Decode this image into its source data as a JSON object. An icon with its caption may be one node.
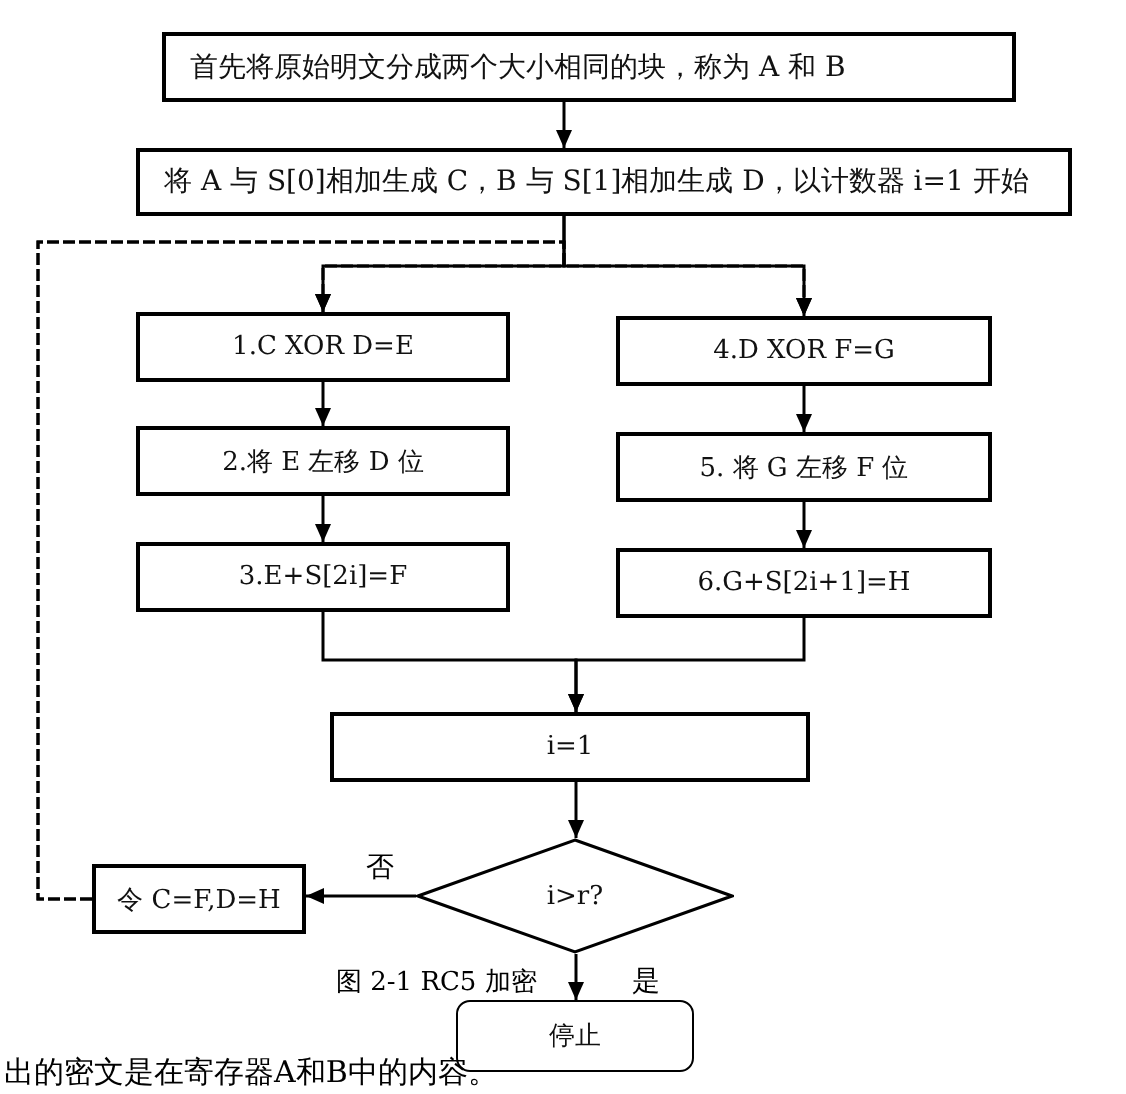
{
  "diagram": {
    "caption": "图 2-1 RC5 加密",
    "nodes": [
      {
        "text": [
          "首先将原始明文分成两个大小相同的块，称为 A 和 B"
        ]
      },
      {
        "text": [
          "将 A 与 S[0]相加生成 C，B 与 S[1]相加生成 D，以计数器 i=1 开始"
        ]
      },
      {
        "text": [
          "1.C XOR D=E"
        ]
      },
      {
        "text": [
          "2.将 E 左移 D 位"
        ]
      },
      {
        "text": [
          "3.E+S[2i]=F"
        ]
      },
      {
        "text": [
          "4.D XOR F=G"
        ]
      },
      {
        "text": [
          "5. 将 G 左移 F 位"
        ]
      },
      {
        "text": [
          "6.G+S[2i+1]=H"
        ]
      },
      {
        "text": [
          "i=1"
        ]
      },
      {
        "text": [
          "i>r?"
        ]
      },
      {
        "text": [
          "令 C=F,D=H"
        ]
      },
      {
        "text": [
          "停止"
        ]
      }
    ],
    "edges": [
      {
        "from": 0,
        "to": 1,
        "arrow": "to"
      },
      {
        "from": 1,
        "to": 2,
        "arrow": "to"
      },
      {
        "from": 1,
        "to": 5,
        "arrow": "to"
      },
      {
        "from": 2,
        "to": 3,
        "arrow": "to"
      },
      {
        "from": 3,
        "to": 4,
        "arrow": "to"
      },
      {
        "from": 5,
        "to": 6,
        "arrow": "to"
      },
      {
        "from": 6,
        "to": 7,
        "arrow": "to"
      },
      {
        "from": 4,
        "to": 8,
        "arrow": "to"
      },
      {
        "from": 7,
        "to": 8,
        "arrow": "to"
      },
      {
        "from": 8,
        "to": 9,
        "arrow": "to"
      },
      {
        "from": 9,
        "to": 10,
        "arrow": "to",
        "label": "否"
      },
      {
        "from": 9,
        "to": 11,
        "arrow": "to",
        "label": "是"
      },
      {
        "from": 10,
        "to": 2,
        "arrow": "to",
        "style": "dashed"
      },
      {
        "from": 10,
        "to": 5,
        "arrow": "to",
        "style": "dashed"
      }
    ],
    "labels": [
      "出的密文是在寄存器A和B中的内容。"
    ]
  }
}
